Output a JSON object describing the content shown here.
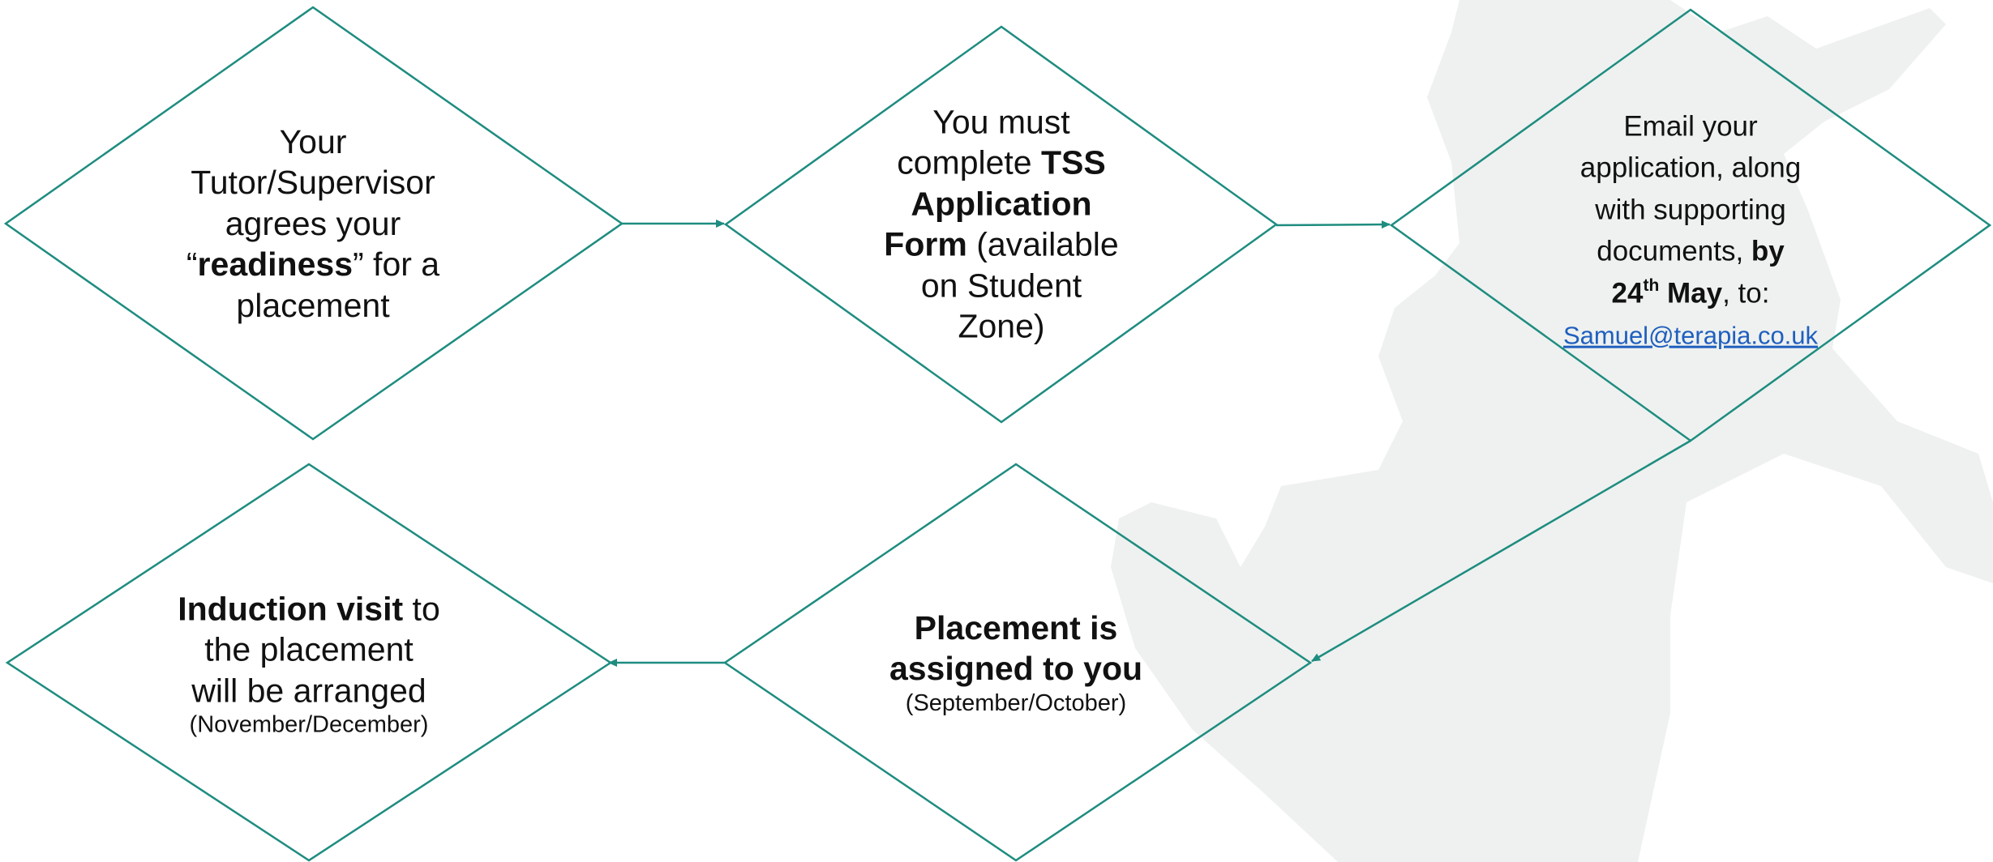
{
  "colors": {
    "outline": "#1e8c80",
    "silhouette": "#eef1ef",
    "text": "#111111",
    "link": "#1f5fbf"
  },
  "steps": {
    "readiness": {
      "l1": "Your",
      "l2": "Tutor/Supervisor",
      "l3": "agrees your",
      "l4_open": "“",
      "l4_bold": "readiness",
      "l4_rest": "” for a",
      "l5": "placement"
    },
    "application_form": {
      "l1": "You must",
      "l2_pre": "complete ",
      "l2_bold": "TSS",
      "l3_bold": "Application",
      "l4_bold": "Form",
      "l4_rest": " (available",
      "l5": "on Student",
      "l6": "Zone)"
    },
    "email": {
      "l1": "Email your",
      "l2": "application, along",
      "l3": "with supporting",
      "l4_pre": "documents, ",
      "l4_bold": "by",
      "l5_num": "24",
      "l5_sup": "th",
      "l5_bold": " May",
      "l5_rest": ", to:",
      "email": "Samuel@terapia.co.uk"
    },
    "assigned": {
      "l1": "Placement is",
      "l2": "assigned to you",
      "l3": "(September/October)"
    },
    "induction": {
      "l1_bold": "Induction visit",
      "l1_rest": " to",
      "l2": "the placement",
      "l3": "will be arranged",
      "l4": "(November/December)"
    }
  }
}
